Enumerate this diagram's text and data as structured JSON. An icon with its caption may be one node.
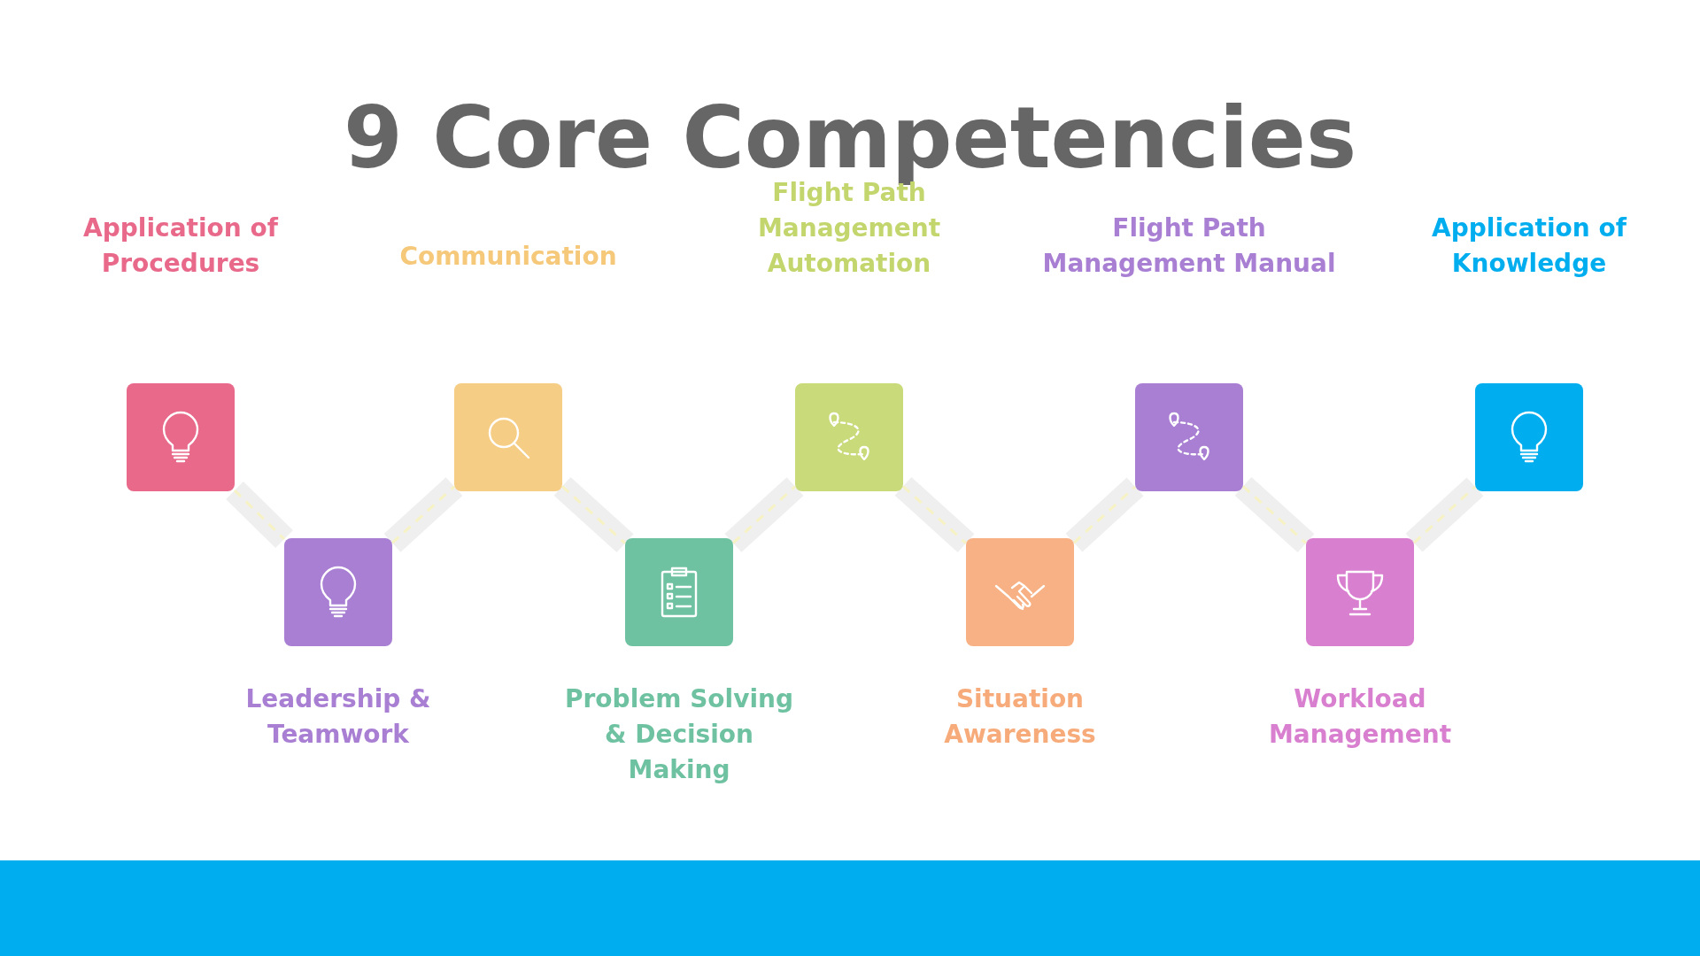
{
  "diagram": {
    "title": "9 Core Competencies",
    "nodes": [
      {
        "text": [
          "Application of Procedures"
        ]
      },
      {
        "text": [
          "Leadership & Teamwork"
        ]
      },
      {
        "text": [
          "Communication"
        ]
      },
      {
        "text": [
          "Problem Solving & Decision Making"
        ]
      },
      {
        "text": [
          "Flight Path Management Automation"
        ]
      },
      {
        "text": [
          "Situation Awareness"
        ]
      },
      {
        "text": [
          "Flight Path Management Manual"
        ]
      },
      {
        "text": [
          "Workload Management"
        ]
      },
      {
        "text": [
          "Application of Knowledge"
        ]
      }
    ],
    "edges": [
      {
        "from": 0,
        "to": 1,
        "arrow": "none"
      },
      {
        "from": 1,
        "to": 2,
        "arrow": "none"
      },
      {
        "from": 2,
        "to": 3,
        "arrow": "none"
      },
      {
        "from": 3,
        "to": 4,
        "arrow": "none"
      },
      {
        "from": 4,
        "to": 5,
        "arrow": "none"
      },
      {
        "from": 5,
        "to": 6,
        "arrow": "none"
      },
      {
        "from": 6,
        "to": 7,
        "arrow": "none"
      },
      {
        "from": 7,
        "to": 8,
        "arrow": "none"
      }
    ]
  }
}
